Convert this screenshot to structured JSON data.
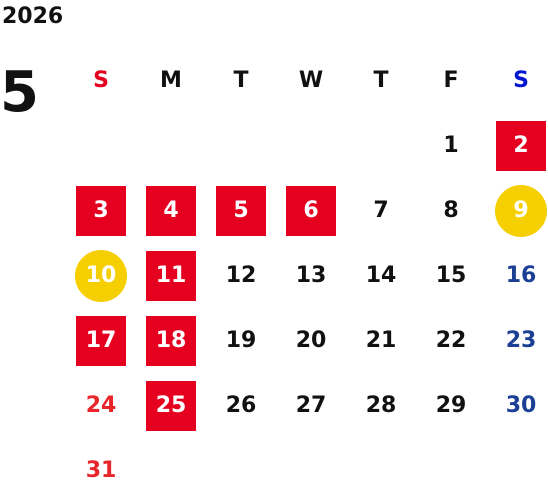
{
  "year": "2026",
  "month": "5",
  "colors": {
    "holiday_red": "#e60020",
    "highlight_yellow": "#f5cf00",
    "sunday_red": "#e8252a",
    "saturday_blue": "#1a3f95",
    "saturday_head_blue": "#0015d0",
    "text": "#111111"
  },
  "weekdays": [
    {
      "label": "S",
      "color": "#e60020"
    },
    {
      "label": "M",
      "color": "#111111"
    },
    {
      "label": "T",
      "color": "#111111"
    },
    {
      "label": "W",
      "color": "#111111"
    },
    {
      "label": "T",
      "color": "#111111"
    },
    {
      "label": "F",
      "color": "#111111"
    },
    {
      "label": "S",
      "color": "#0015d0"
    }
  ],
  "days": [
    {
      "day": "1",
      "col": 6,
      "row": 1,
      "mark": "none",
      "color": "#111111"
    },
    {
      "day": "2",
      "col": 7,
      "row": 1,
      "mark": "square",
      "color": "#ffffff"
    },
    {
      "day": "3",
      "col": 1,
      "row": 2,
      "mark": "square",
      "color": "#ffffff"
    },
    {
      "day": "4",
      "col": 2,
      "row": 2,
      "mark": "square",
      "color": "#ffffff"
    },
    {
      "day": "5",
      "col": 3,
      "row": 2,
      "mark": "square",
      "color": "#ffffff"
    },
    {
      "day": "6",
      "col": 4,
      "row": 2,
      "mark": "square",
      "color": "#ffffff"
    },
    {
      "day": "7",
      "col": 5,
      "row": 2,
      "mark": "none",
      "color": "#111111"
    },
    {
      "day": "8",
      "col": 6,
      "row": 2,
      "mark": "none",
      "color": "#111111"
    },
    {
      "day": "9",
      "col": 7,
      "row": 2,
      "mark": "circle",
      "color": "#ffffff"
    },
    {
      "day": "10",
      "col": 1,
      "row": 3,
      "mark": "circle",
      "color": "#ffffff"
    },
    {
      "day": "11",
      "col": 2,
      "row": 3,
      "mark": "square",
      "color": "#ffffff"
    },
    {
      "day": "12",
      "col": 3,
      "row": 3,
      "mark": "none",
      "color": "#111111"
    },
    {
      "day": "13",
      "col": 4,
      "row": 3,
      "mark": "none",
      "color": "#111111"
    },
    {
      "day": "14",
      "col": 5,
      "row": 3,
      "mark": "none",
      "color": "#111111"
    },
    {
      "day": "15",
      "col": 6,
      "row": 3,
      "mark": "none",
      "color": "#111111"
    },
    {
      "day": "16",
      "col": 7,
      "row": 3,
      "mark": "none",
      "color": "#1a3f95"
    },
    {
      "day": "17",
      "col": 1,
      "row": 4,
      "mark": "square",
      "color": "#ffffff"
    },
    {
      "day": "18",
      "col": 2,
      "row": 4,
      "mark": "square",
      "color": "#ffffff"
    },
    {
      "day": "19",
      "col": 3,
      "row": 4,
      "mark": "none",
      "color": "#111111"
    },
    {
      "day": "20",
      "col": 4,
      "row": 4,
      "mark": "none",
      "color": "#111111"
    },
    {
      "day": "21",
      "col": 5,
      "row": 4,
      "mark": "none",
      "color": "#111111"
    },
    {
      "day": "22",
      "col": 6,
      "row": 4,
      "mark": "none",
      "color": "#111111"
    },
    {
      "day": "23",
      "col": 7,
      "row": 4,
      "mark": "none",
      "color": "#1a3f95"
    },
    {
      "day": "24",
      "col": 1,
      "row": 5,
      "mark": "none",
      "color": "#e8252a"
    },
    {
      "day": "25",
      "col": 2,
      "row": 5,
      "mark": "square",
      "color": "#ffffff"
    },
    {
      "day": "26",
      "col": 3,
      "row": 5,
      "mark": "none",
      "color": "#111111"
    },
    {
      "day": "27",
      "col": 4,
      "row": 5,
      "mark": "none",
      "color": "#111111"
    },
    {
      "day": "28",
      "col": 5,
      "row": 5,
      "mark": "none",
      "color": "#111111"
    },
    {
      "day": "29",
      "col": 6,
      "row": 5,
      "mark": "none",
      "color": "#111111"
    },
    {
      "day": "30",
      "col": 7,
      "row": 5,
      "mark": "none",
      "color": "#1a3f95"
    },
    {
      "day": "31",
      "col": 1,
      "row": 6,
      "mark": "none",
      "color": "#e8252a"
    }
  ]
}
